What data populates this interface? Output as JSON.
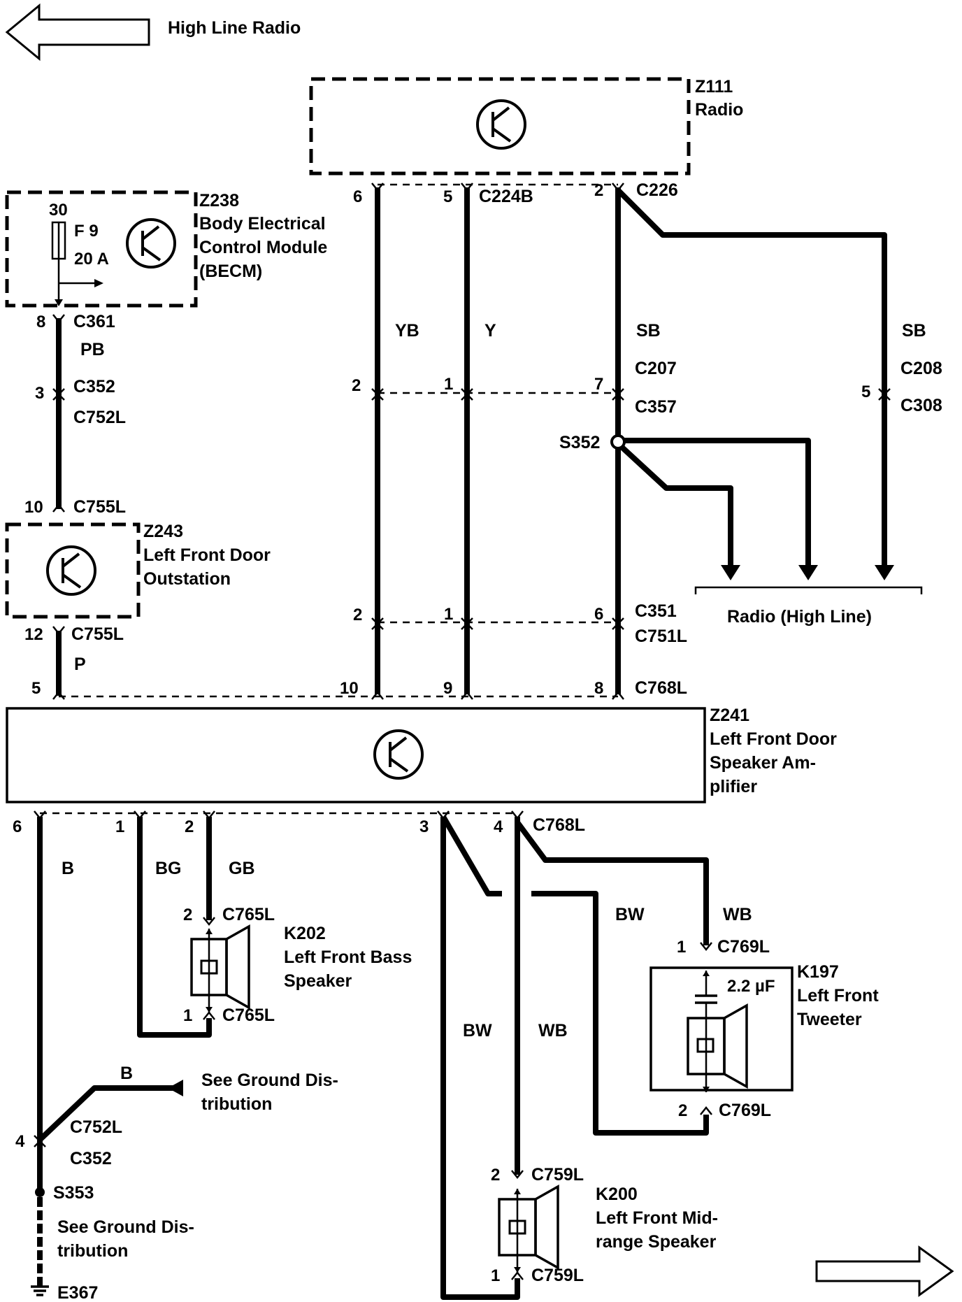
{
  "nav": {
    "prev_label": "High Line Radio"
  },
  "components": {
    "radio": {
      "id": "Z111",
      "name": "Radio"
    },
    "becm": {
      "id": "Z238",
      "line1": "Body Electrical",
      "line2": "Control Module",
      "line3": "(BECM)",
      "fuse_pin": "30",
      "fuse_id": "F 9",
      "fuse_rating": "20 A"
    },
    "door_outstation": {
      "id": "Z243",
      "line1": "Left Front Door",
      "line2": "Outstation"
    },
    "amplifier": {
      "id": "Z241",
      "line1": "Left Front Door",
      "line2": "Speaker Am-",
      "line3": "plifier"
    },
    "bass_speaker": {
      "id": "K202",
      "line1": "Left Front Bass",
      "line2": "Speaker"
    },
    "tweeter": {
      "id": "K197",
      "line1": "Left Front",
      "line2": "Tweeter",
      "capacitor": "2.2 µF"
    },
    "midrange_speaker": {
      "id": "K200",
      "line1": "Left Front Mid-",
      "line2": "range Speaker"
    }
  },
  "connectors": {
    "c361": "C361",
    "c352": "C352",
    "c752l": "C752L",
    "c755l": "C755L",
    "c224b": "C224B",
    "c226": "C226",
    "c207": "C207",
    "c357": "C357",
    "c208": "C208",
    "c308": "C308",
    "c351": "C351",
    "c751l": "C751L",
    "c768l": "C768L",
    "c765l": "C765L",
    "c769l": "C769L",
    "c759l": "C759L"
  },
  "splices": {
    "s352": "S352",
    "s353": "S353"
  },
  "ground": {
    "e367": "E367"
  },
  "wire_colors": {
    "pb": "PB",
    "p": "P",
    "yb": "YB",
    "y": "Y",
    "sb": "SB",
    "b": "B",
    "bg": "BG",
    "gb": "GB",
    "bw": "BW",
    "wb": "WB"
  },
  "pins": {
    "p1": "1",
    "p2": "2",
    "p3": "3",
    "p4": "4",
    "p5": "5",
    "p6": "6",
    "p7": "7",
    "p8": "8",
    "p9": "9",
    "p10": "10",
    "p12": "12"
  },
  "notes": {
    "radio_high_line": "Radio (High Line)",
    "ground_line1": "See Ground Dis-",
    "ground_line2": "tribution"
  }
}
